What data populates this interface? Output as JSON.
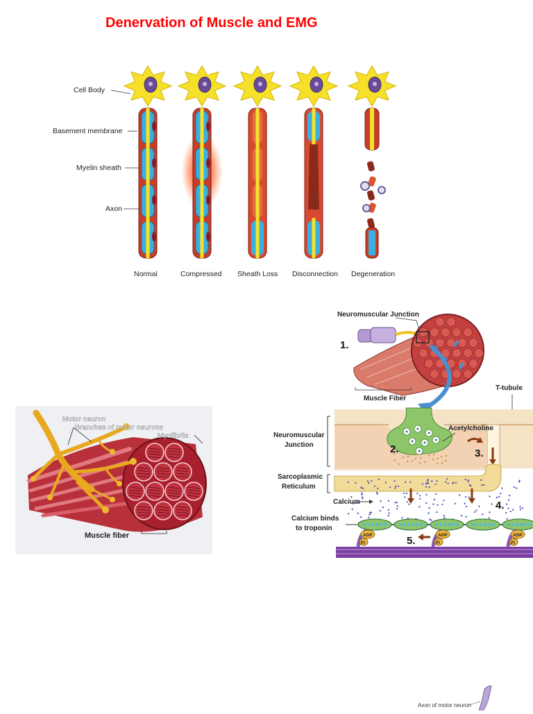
{
  "title": "Denervation of Muscle and EMG",
  "nerve_diagram": {
    "labels": {
      "cell_body": "Cell Body",
      "basement_membrane": "Basement membrane",
      "myelin_sheath": "Myelin sheath",
      "axon": "Axon"
    },
    "stages": [
      "Normal",
      "Compressed",
      "Sheath Loss",
      "Disconnection",
      "Degeneration"
    ]
  },
  "muscle_diagram": {
    "labels": {
      "motor_neuron": "Motor neuron",
      "branches": "Branches of motor neurons",
      "myofibrils": "Myofibrils",
      "muscle_fiber": "Muscle fiber"
    }
  },
  "nmj_diagram": {
    "labels": {
      "neuromuscular_junction_top": "Neuromuscular Junction",
      "muscle_fiber": "Muscle Fiber",
      "t_tubule": "T-tubule",
      "neuromuscular_junction_side": [
        "Neuromuscular",
        "Junction"
      ],
      "acetylcholine": "Acetylcholine",
      "sarcoplasmic_reticulum": [
        "Sarcoplasmic",
        "Reticulum"
      ],
      "calcium": "Calcium",
      "calcium_binds": [
        "Calcium binds",
        "to troponin"
      ],
      "adp": "ADP",
      "pi": "Pi"
    },
    "steps": [
      "1.",
      "2.",
      "3.",
      "4.",
      "5."
    ]
  },
  "bottom_fragment": {
    "label": "Axon of motor neuron"
  },
  "colors": {
    "title": "#ff0000",
    "neuron": "#f5e12a",
    "myelin": "#3ab0e0",
    "axon_brown": "#8a2a1a",
    "muscle_red": "#c8484a",
    "nmj_green": "#8cc56a",
    "calcium_dot": "#5a5ab8"
  }
}
